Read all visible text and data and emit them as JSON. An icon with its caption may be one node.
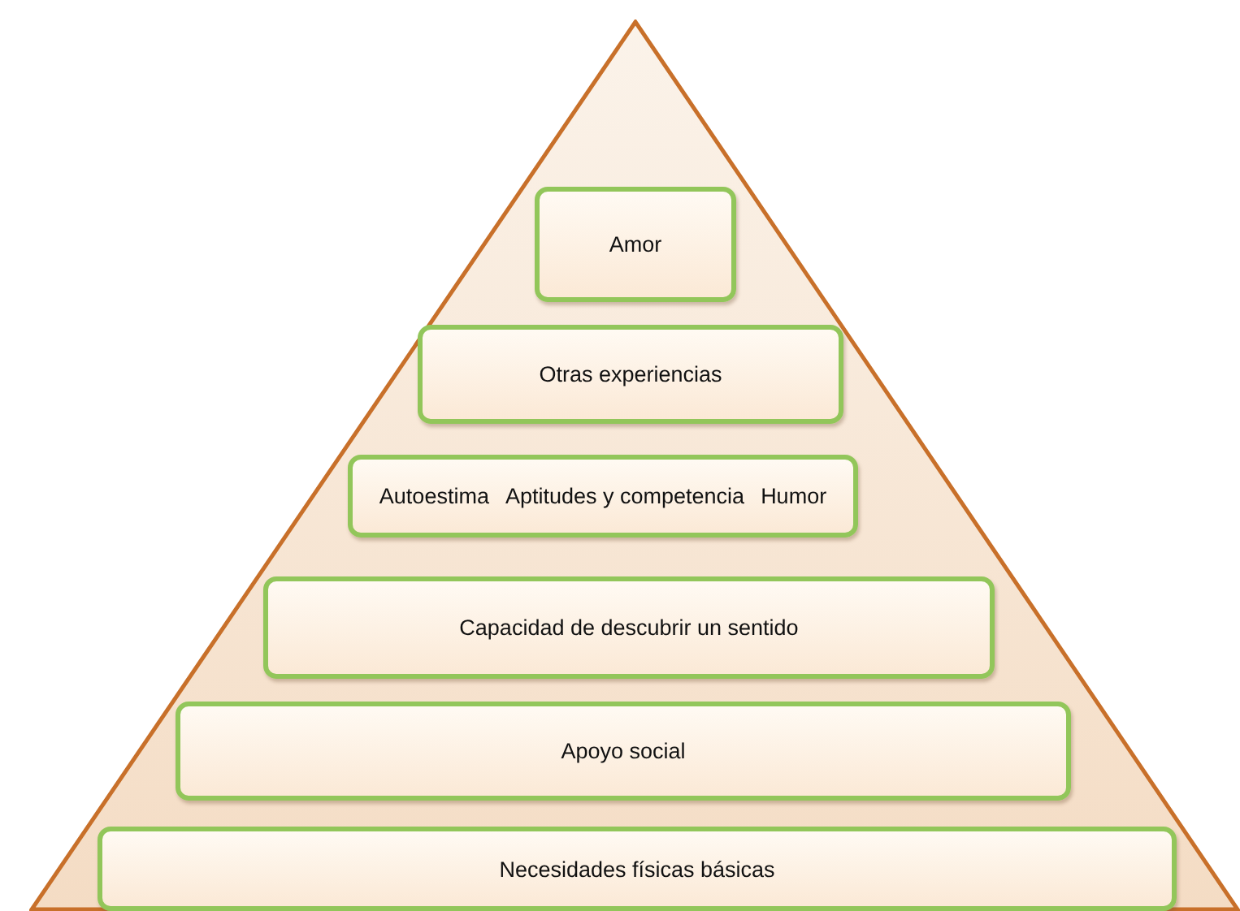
{
  "diagram": {
    "nodes": [
      {
        "text": [],
        "shape": "triangle"
      },
      {
        "text": [
          "Amor"
        ],
        "in": 0
      },
      {
        "text": [
          "Otras experiencias"
        ],
        "in": 0
      },
      {
        "text": [
          "Autoestima",
          "Aptitudes y competencia",
          "Humor"
        ],
        "in": 0
      },
      {
        "text": [
          "Capacidad de descubrir un sentido"
        ],
        "in": 0
      },
      {
        "text": [
          "Apoyo social"
        ],
        "in": 0
      },
      {
        "text": [
          "Necesidades físicas básicas"
        ],
        "in": 0
      }
    ]
  }
}
